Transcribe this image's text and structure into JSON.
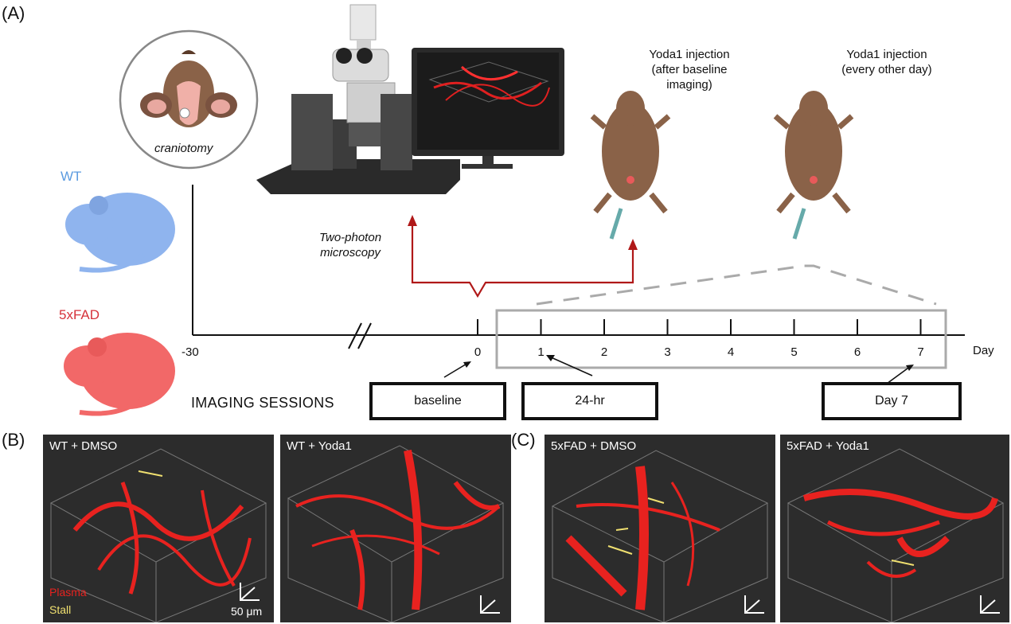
{
  "panels": {
    "a": "(A)",
    "b": "(B)",
    "c": "(C)"
  },
  "craniotomy": "craniotomy",
  "groups": {
    "wt": "WT",
    "fad": "5xFAD"
  },
  "microscopy": {
    "line1": "Two-photon",
    "line2": "microscopy"
  },
  "injection1": {
    "line1": "Yoda1 injection",
    "line2": "(after baseline",
    "line3": "imaging)"
  },
  "injection2": {
    "line1": "Yoda1 injection",
    "line2": "(every other day)"
  },
  "timeline": {
    "start": "-30",
    "ticks": [
      "0",
      "1",
      "2",
      "3",
      "4",
      "5",
      "6",
      "7"
    ],
    "unit": "Day"
  },
  "sessions": {
    "title": "IMAGING SESSIONS",
    "baseline": "baseline",
    "hr24": "24-hr",
    "day7": "Day 7"
  },
  "images": [
    {
      "title": "WT + DMSO"
    },
    {
      "title": "WT + Yoda1"
    },
    {
      "title": "5xFAD + DMSO"
    },
    {
      "title": "5xFAD + Yoda1"
    }
  ],
  "legend": {
    "plasma": "Plasma",
    "stall": "Stall",
    "scale": "50 μm"
  },
  "colors": {
    "wt": "#5b9be0",
    "fad": "#d6323a",
    "plasma": "#e8221f",
    "stall": "#f0e070",
    "arrow": "#b01818"
  }
}
